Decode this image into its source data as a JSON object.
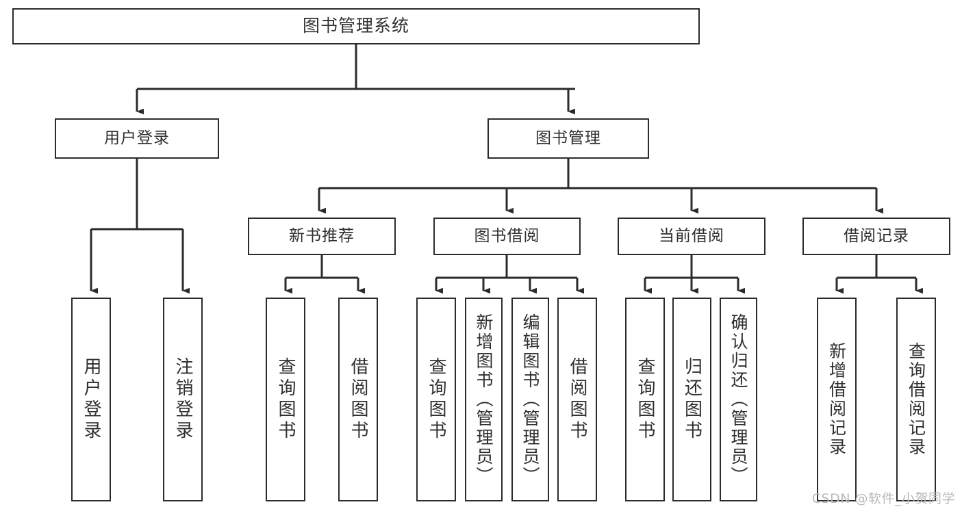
{
  "diagram": {
    "title": "图书管理系统",
    "type": "function-structure-tree",
    "stroke_color": "#2b2b2b",
    "text_color": "#2f2f2f",
    "background_color": "#ffffff",
    "watermark": "CSDN @软件_小贺同学",
    "watermark_color": "#b9b9b9"
  },
  "nodes": {
    "root": {
      "label": "图书管理系统",
      "level": 0
    },
    "branch": [
      {
        "id": "user-login",
        "label": "用户登录",
        "level": 1
      },
      {
        "id": "book-manage",
        "label": "图书管理",
        "level": 1
      },
      {
        "id": "new-book-recommend",
        "label": "新书推荐",
        "level": 2
      },
      {
        "id": "book-borrow",
        "label": "图书借阅",
        "level": 2
      },
      {
        "id": "current-borrow",
        "label": "当前借阅",
        "level": 2
      },
      {
        "id": "borrow-record",
        "label": "借阅记录",
        "level": 2
      }
    ],
    "leaves": [
      {
        "id": "leaf-user-login",
        "label": "用户登录",
        "parent": "user-login"
      },
      {
        "id": "leaf-user-logout",
        "label": "注销登录",
        "parent": "user-login"
      },
      {
        "id": "leaf-query-book-1",
        "label": "查询图书",
        "parent": "new-book-recommend"
      },
      {
        "id": "leaf-borrow-book-1",
        "label": "借阅图书",
        "parent": "new-book-recommend"
      },
      {
        "id": "leaf-query-book-2",
        "label": "查询图书",
        "parent": "book-borrow"
      },
      {
        "id": "leaf-add-book",
        "label": "新增图书（管理员）",
        "parent": "book-borrow"
      },
      {
        "id": "leaf-edit-book",
        "label": "编辑图书（管理员）",
        "parent": "book-borrow"
      },
      {
        "id": "leaf-borrow-book-2",
        "label": "借阅图书",
        "parent": "book-borrow"
      },
      {
        "id": "leaf-query-book-3",
        "label": "查询图书",
        "parent": "current-borrow"
      },
      {
        "id": "leaf-return-book",
        "label": "归还图书",
        "parent": "current-borrow"
      },
      {
        "id": "leaf-confirm-return",
        "label": "确认归还（管理员）",
        "parent": "current-borrow"
      },
      {
        "id": "leaf-add-record",
        "label": "新增借阅记录",
        "parent": "borrow-record"
      },
      {
        "id": "leaf-query-record",
        "label": "查询借阅记录",
        "parent": "borrow-record"
      }
    ]
  }
}
